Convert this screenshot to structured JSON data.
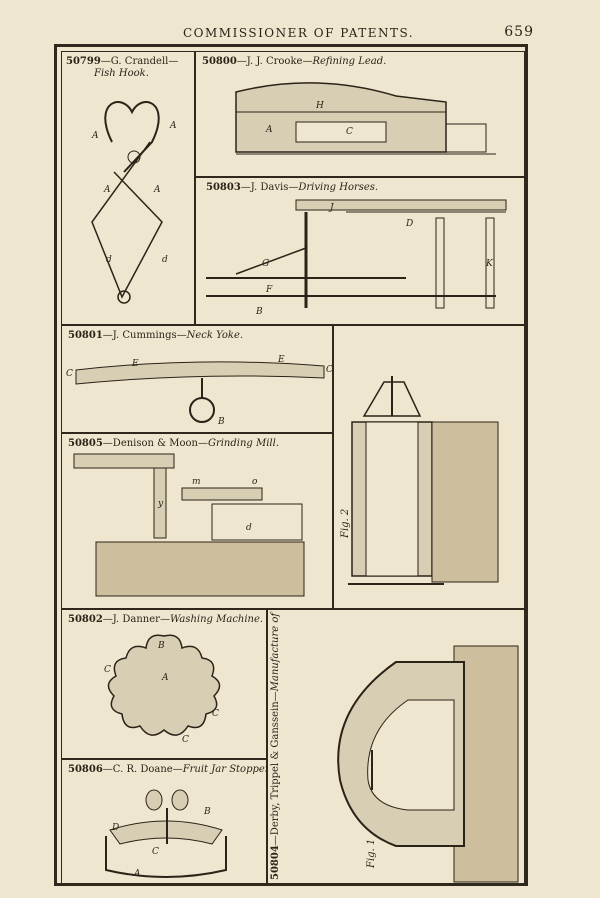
{
  "header": {
    "title": "COMMISSIONER OF PATENTS.",
    "page_number": "659"
  },
  "patents": [
    {
      "number": "50799",
      "inventor": "G. Crandell",
      "title": "Fish Hook."
    },
    {
      "number": "50800",
      "inventor": "J. J. Crooke",
      "title": "Refining Lead."
    },
    {
      "number": "50803",
      "inventor": "J. Davis",
      "title": "Driving Horses."
    },
    {
      "number": "50801",
      "inventor": "J. Cummings",
      "title": "Neck Yoke."
    },
    {
      "number": "50805",
      "inventor": "Denison & Moon",
      "title": "Grinding Mill."
    },
    {
      "number": "50802",
      "inventor": "J. Danner",
      "title": "Washing Machine."
    },
    {
      "number": "50806",
      "inventor": "C. R. Doane",
      "title": "Fruit Jar Stopper."
    },
    {
      "number": "50804",
      "inventor": "Derby, Trippel & Ganssein",
      "title": "Manufacture of Steel."
    }
  ],
  "figure_labels": {
    "fig2": "Fig. 2",
    "fig1": "Fig. 1"
  }
}
